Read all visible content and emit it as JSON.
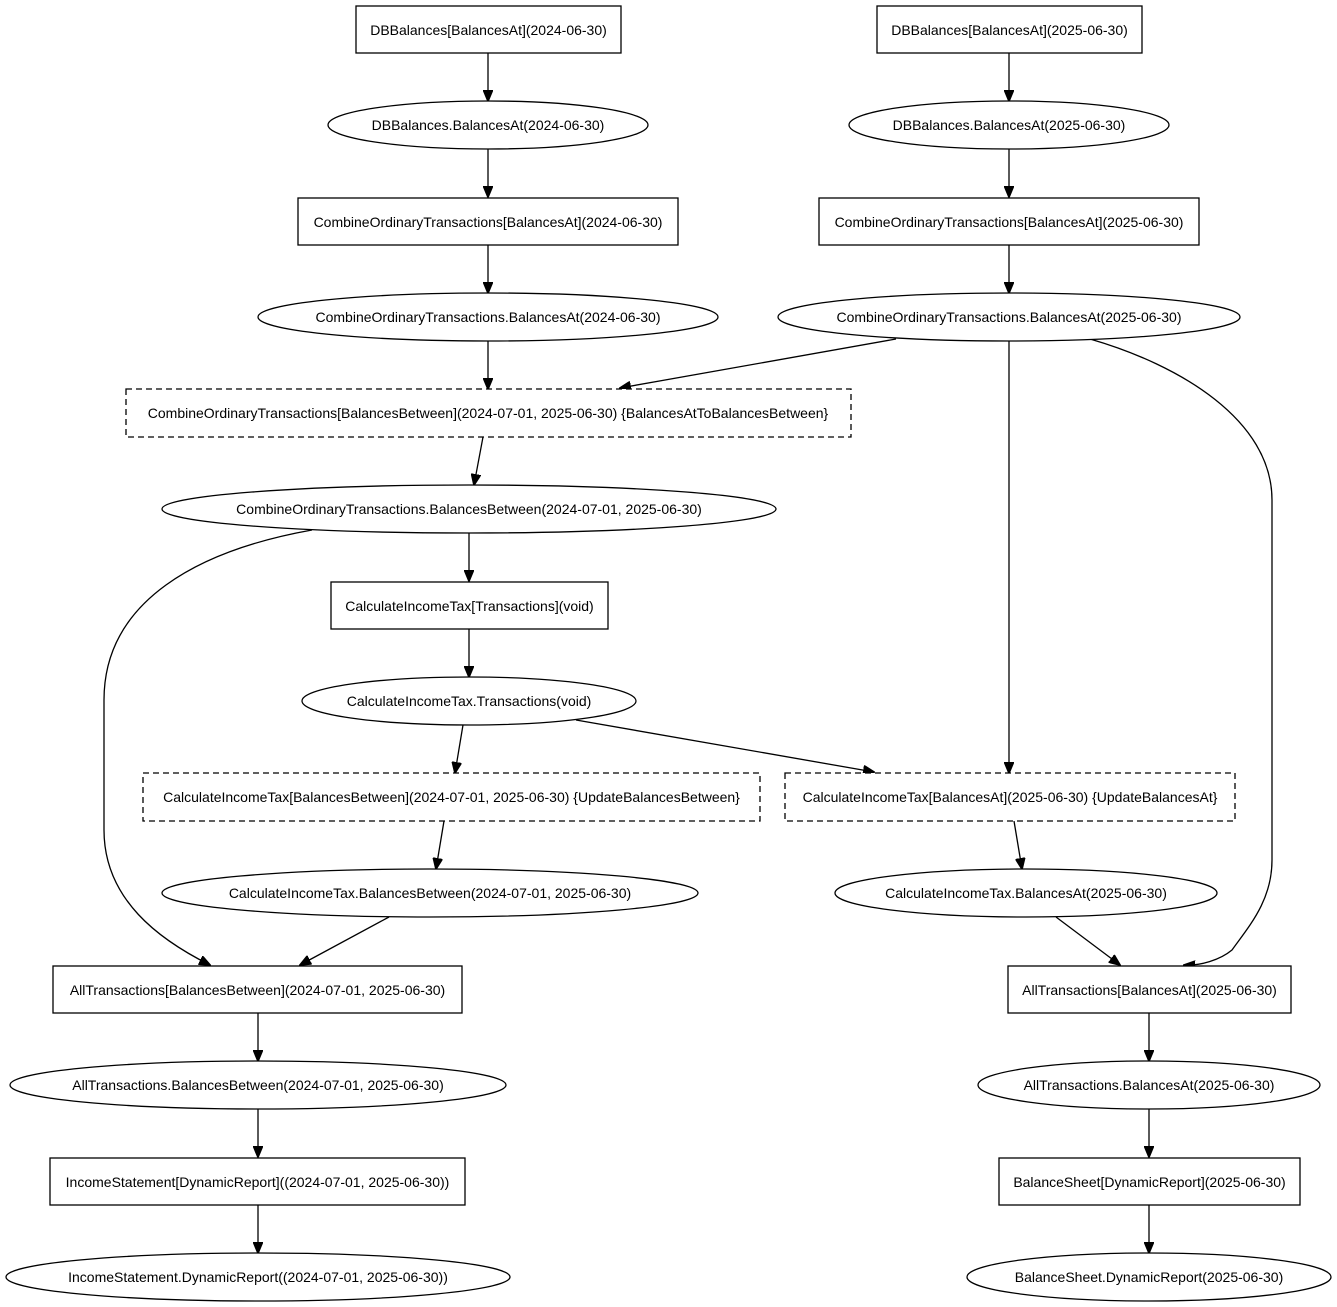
{
  "nodes": {
    "n1": {
      "label": "DBBalances[BalancesAt](2024-06-30)",
      "shape": "box"
    },
    "n2": {
      "label": "DBBalances[BalancesAt](2025-06-30)",
      "shape": "box"
    },
    "n3": {
      "label": "DBBalances.BalancesAt(2024-06-30)",
      "shape": "ellipse"
    },
    "n4": {
      "label": "DBBalances.BalancesAt(2025-06-30)",
      "shape": "ellipse"
    },
    "n5": {
      "label": "CombineOrdinaryTransactions[BalancesAt](2024-06-30)",
      "shape": "box"
    },
    "n6": {
      "label": "CombineOrdinaryTransactions[BalancesAt](2025-06-30)",
      "shape": "box"
    },
    "n7": {
      "label": "CombineOrdinaryTransactions.BalancesAt(2024-06-30)",
      "shape": "ellipse"
    },
    "n8": {
      "label": "CombineOrdinaryTransactions.BalancesAt(2025-06-30)",
      "shape": "ellipse"
    },
    "n9": {
      "label": "CombineOrdinaryTransactions[BalancesBetween](2024-07-01, 2025-06-30) {BalancesAtToBalancesBetween}",
      "shape": "dashed-box"
    },
    "n10": {
      "label": "CombineOrdinaryTransactions.BalancesBetween(2024-07-01, 2025-06-30)",
      "shape": "ellipse"
    },
    "n11": {
      "label": "CalculateIncomeTax[Transactions](void)",
      "shape": "box"
    },
    "n12": {
      "label": "CalculateIncomeTax.Transactions(void)",
      "shape": "ellipse"
    },
    "n13": {
      "label": "CalculateIncomeTax[BalancesBetween](2024-07-01, 2025-06-30) {UpdateBalancesBetween}",
      "shape": "dashed-box"
    },
    "n14": {
      "label": "CalculateIncomeTax[BalancesAt](2025-06-30) {UpdateBalancesAt}",
      "shape": "dashed-box"
    },
    "n15": {
      "label": "CalculateIncomeTax.BalancesBetween(2024-07-01, 2025-06-30)",
      "shape": "ellipse"
    },
    "n16": {
      "label": "CalculateIncomeTax.BalancesAt(2025-06-30)",
      "shape": "ellipse"
    },
    "n17": {
      "label": "AllTransactions[BalancesBetween](2024-07-01, 2025-06-30)",
      "shape": "box"
    },
    "n18": {
      "label": "AllTransactions[BalancesAt](2025-06-30)",
      "shape": "box"
    },
    "n19": {
      "label": "AllTransactions.BalancesBetween(2024-07-01, 2025-06-30)",
      "shape": "ellipse"
    },
    "n20": {
      "label": "AllTransactions.BalancesAt(2025-06-30)",
      "shape": "ellipse"
    },
    "n21": {
      "label": "IncomeStatement[DynamicReport]((2024-07-01, 2025-06-30))",
      "shape": "box"
    },
    "n22": {
      "label": "BalanceSheet[DynamicReport](2025-06-30)",
      "shape": "box"
    },
    "n23": {
      "label": "IncomeStatement.DynamicReport((2024-07-01, 2025-06-30))",
      "shape": "ellipse"
    },
    "n24": {
      "label": "BalanceSheet.DynamicReport(2025-06-30)",
      "shape": "ellipse"
    }
  },
  "edges": [
    {
      "from": "n1",
      "to": "n3"
    },
    {
      "from": "n2",
      "to": "n4"
    },
    {
      "from": "n3",
      "to": "n5"
    },
    {
      "from": "n4",
      "to": "n6"
    },
    {
      "from": "n5",
      "to": "n7"
    },
    {
      "from": "n6",
      "to": "n8"
    },
    {
      "from": "n7",
      "to": "n9"
    },
    {
      "from": "n8",
      "to": "n9"
    },
    {
      "from": "n8",
      "to": "n14"
    },
    {
      "from": "n8",
      "to": "n18"
    },
    {
      "from": "n9",
      "to": "n10"
    },
    {
      "from": "n10",
      "to": "n11"
    },
    {
      "from": "n10",
      "to": "n17"
    },
    {
      "from": "n11",
      "to": "n12"
    },
    {
      "from": "n12",
      "to": "n13"
    },
    {
      "from": "n12",
      "to": "n14"
    },
    {
      "from": "n13",
      "to": "n15"
    },
    {
      "from": "n14",
      "to": "n16"
    },
    {
      "from": "n15",
      "to": "n17"
    },
    {
      "from": "n16",
      "to": "n18"
    },
    {
      "from": "n17",
      "to": "n19"
    },
    {
      "from": "n18",
      "to": "n20"
    },
    {
      "from": "n19",
      "to": "n21"
    },
    {
      "from": "n20",
      "to": "n22"
    },
    {
      "from": "n21",
      "to": "n23"
    },
    {
      "from": "n22",
      "to": "n24"
    }
  ]
}
